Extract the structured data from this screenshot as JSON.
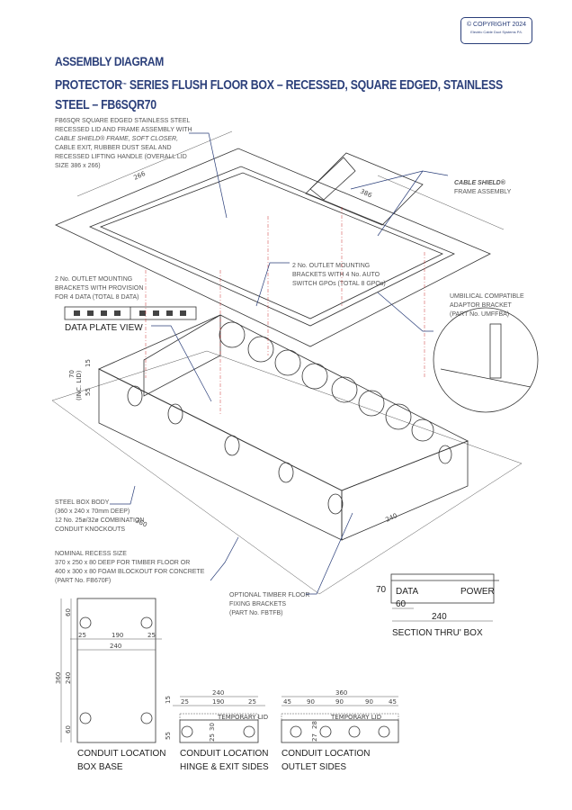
{
  "copyright": {
    "line1": "© COPYRIGHT 2024",
    "line2": "Electric Cable Duct Systems P/L"
  },
  "header": {
    "section": "ASSEMBLY DIAGRAM",
    "title_part1": "PROTECTOR",
    "title_tm": "™",
    "title_part2": " SERIES FLUSH FLOOR BOX – RECESSED, SQUARE EDGED, STAINLESS",
    "title_line2": "STEEL – FB6SQR70"
  },
  "callouts": {
    "lid": [
      "FB6SQR SQUARE EDGED STAINLESS STEEL",
      "RECESSED LID AND FRAME ASSEMBLY WITH",
      "CABLE SHIELD® FRAME, SOFT CLOSER,",
      "CABLE EXIT, RUBBER DUST SEAL AND",
      "RECESSED LIFTING HANDLE (OVERALL LID",
      "SIZE 386 x 266)"
    ],
    "cable_shield": [
      "CABLE SHIELD®",
      "FRAME ASSEMBLY"
    ],
    "data_brackets": [
      "2 No. OUTLET MOUNTING",
      "BRACKETS WITH PROVISION",
      "FOR 4 DATA (TOTAL 8 DATA)"
    ],
    "gpo_brackets": [
      "2 No. OUTLET MOUNTING",
      "BRACKETS WITH 4 No. AUTO",
      "SWITCH GPOs (TOTAL 8 GPOs)"
    ],
    "umbilical": [
      "UMBILICAL COMPATIBLE",
      "ADAPTOR BRACKET",
      "(PART No. UMFFBA)"
    ],
    "data_plate_view": "DATA PLATE VIEW",
    "steel_box": [
      "STEEL BOX BODY",
      "(360 x 240 x 70mm DEEP)",
      "12 No. 25ø/32ø COMBINATION",
      "CONDUIT KNOCKOUTS"
    ],
    "recess": [
      "NOMINAL RECESS SIZE",
      "370 x 250 x 80 DEEP FOR TIMBER FLOOR OR",
      "400 x 300 x 80 FOAM BLOCKOUT FOR CONCRETE",
      "(PART No. FB670F)"
    ],
    "timber": [
      "OPTIONAL TIMBER FLOOR",
      "FIXING BRACKETS",
      "(PART No. FBTFB)"
    ]
  },
  "iso_dims": {
    "lid_w": "266",
    "lid_l": "386",
    "box_l": "360",
    "box_w": "240",
    "h70": "70",
    "h_inc": "(INC. LID)",
    "h15": "15",
    "h55": "55"
  },
  "section": {
    "title": "SECTION THRU' BOX",
    "data": "DATA",
    "power": "POWER",
    "h": "70",
    "d60": "60",
    "d240": "240"
  },
  "base": {
    "title1": "CONDUIT  LOCATION",
    "title2": "BOX  BASE",
    "d60a": "60",
    "d25a": "25",
    "d190": "190",
    "d25b": "25",
    "d240w": "240",
    "d360": "360",
    "d240h": "240",
    "d60b": "60"
  },
  "hinge": {
    "title1": "CONDUIT  LOCATION",
    "title2": "HINGE & EXIT SIDES",
    "d240": "240",
    "d25a": "25",
    "d190": "190",
    "d25b": "25",
    "d15": "15",
    "d55": "55",
    "d30": "30",
    "d25v": "25",
    "lid": "TEMPORARY LID"
  },
  "outlet": {
    "title1": "CONDUIT  LOCATION",
    "title2": "OUTLET SIDES",
    "d360": "360",
    "d45a": "45",
    "d90a": "90",
    "d90b": "90",
    "d90c": "90",
    "d45b": "45",
    "d28": "28",
    "d27": "27",
    "lid": "TEMPORARY LID"
  }
}
